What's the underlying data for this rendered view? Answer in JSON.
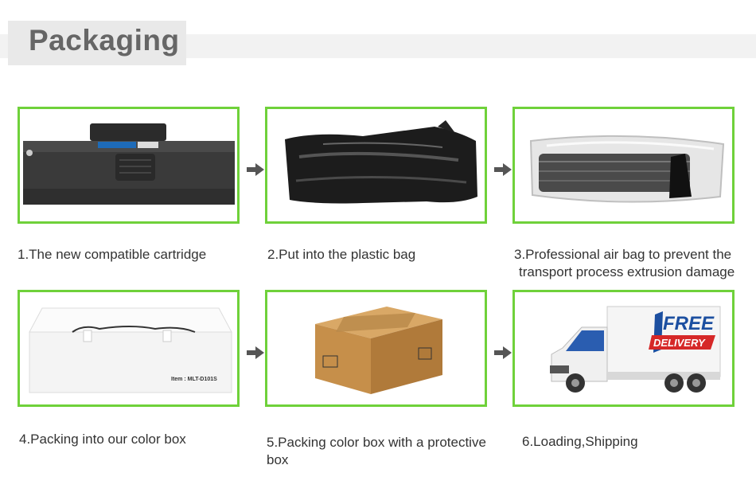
{
  "header": {
    "title": "Packaging"
  },
  "steps": [
    {
      "caption": "1.The new compatible cartridge",
      "icon": "toner-cartridge-image"
    },
    {
      "caption": "2.Put into the plastic bag",
      "icon": "plastic-bag-image"
    },
    {
      "caption_line1": "3.Professional air bag to prevent the",
      "caption_line2": "transport process extrusion damage",
      "icon": "air-bag-image"
    },
    {
      "caption": "4.Packing into our color box",
      "icon": "color-box-image",
      "box_label": "Item : MLT-D101S"
    },
    {
      "caption_line1": "5.Packing color box with a protective",
      "caption_line2": "box",
      "icon": "cardboard-box-image"
    },
    {
      "caption": "6.Loading,Shipping",
      "icon": "delivery-truck-image",
      "truck_text1": "FREE",
      "truck_text2": "DELIVERY"
    }
  ],
  "colors": {
    "frame": "#6fd13a",
    "arrow": "#555555",
    "header_text": "#666666"
  }
}
